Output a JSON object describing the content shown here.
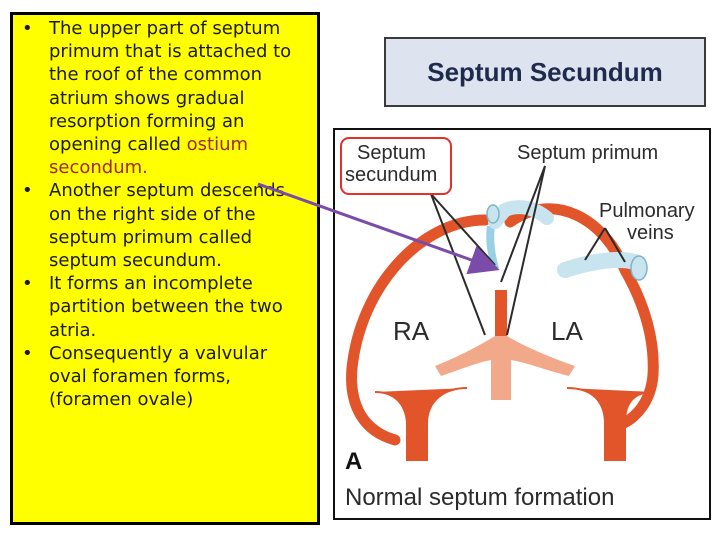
{
  "bullets": [
    {
      "text": "The upper part of septum primum that is attached to the roof of the common atrium shows gradual resorption forming an opening called ",
      "highlight": "ostium secondum."
    },
    {
      "text": "Another septum descends on the right side of the septum primum called septum secundum."
    },
    {
      "text": "It forms an incomplete partition between the two atria."
    },
    {
      "text": "Consequently a valvular oval foramen forms, (foramen ovale)"
    }
  ],
  "title": "Septum Secundum",
  "figure": {
    "label_septum_secundum": [
      "Septum",
      "secundum"
    ],
    "label_septum_primum": "Septum primum",
    "label_pulmonary_veins": [
      "Pulmonary",
      "veins"
    ],
    "label_ra": "RA",
    "label_la": "LA",
    "panel_letter": "A",
    "caption": "Normal septum formation"
  },
  "colors": {
    "panel_yellow": "#ffff00",
    "title_bg": "#dde3ef",
    "highlight_text": "#a0282c",
    "heart_wall": "#e2542a",
    "septum_primum": "#f2a98a",
    "veins": "#c8e4ee",
    "arrow": "#7a4ba8",
    "label_circle": "#e0312a"
  }
}
